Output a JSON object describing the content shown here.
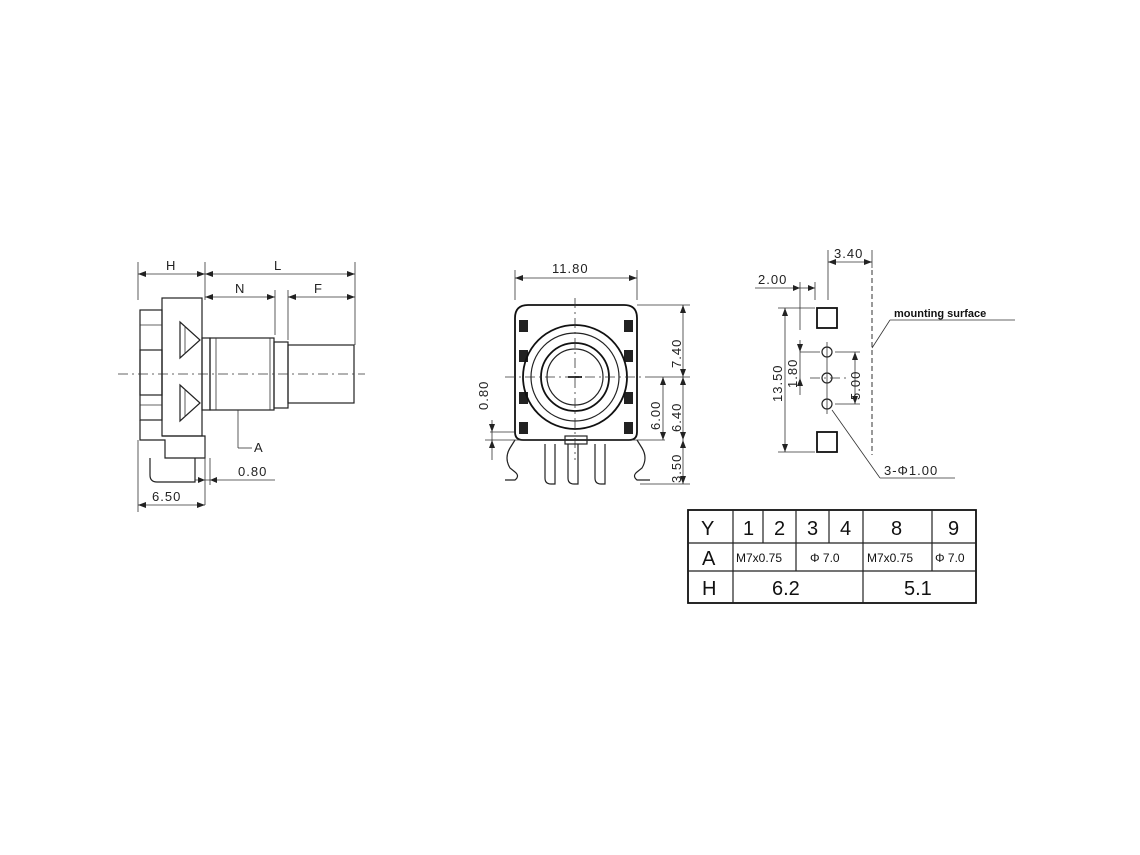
{
  "side_view": {
    "h": "H",
    "l": "L",
    "n": "N",
    "f": "F",
    "a": "A",
    "d080": "0.80",
    "d650": "6.50"
  },
  "front_view": {
    "d1180": "11.80",
    "d740": "7.40",
    "d080": "0.80",
    "d600": "6.00",
    "d640": "6.40",
    "d350": "3.50"
  },
  "footprint": {
    "d340": "3.40",
    "d200": "2.00",
    "d1350": "13.50",
    "d180": "1.80",
    "d500": "5.00",
    "hole": "3-Φ1.00",
    "mounting": "mounting surface"
  },
  "table": {
    "row_y": {
      "label": "Y",
      "c1": "1",
      "c2": "2",
      "c3": "3",
      "c4": "4",
      "c8": "8",
      "c9": "9"
    },
    "row_a": {
      "label": "A",
      "v1": "M7x0.75",
      "v2": "Φ 7.0",
      "v3": "M7x0.75",
      "v4": "Φ 7.0"
    },
    "row_h": {
      "label": "H",
      "v1": "6.2",
      "v2": "5.1"
    }
  }
}
